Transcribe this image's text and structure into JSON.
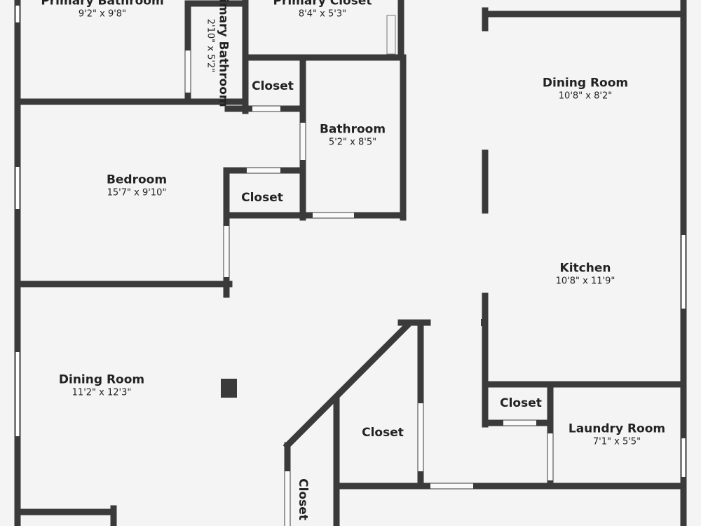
{
  "colors": {
    "wall": "#3a3a3a",
    "floor": "#f4f4f4"
  },
  "rooms": [
    {
      "name": "Primary Bathroom",
      "dims": "9'2\" x 9'8\""
    },
    {
      "name": "Primary Bathroom",
      "dims": "2'10\" x 5'2\""
    },
    {
      "name": "Primary Closet",
      "dims": "8'4\" x 5'3\""
    },
    {
      "name": "Closet"
    },
    {
      "name": "Bathroom",
      "dims": "5'2\" x 8'5\""
    },
    {
      "name": "Bedroom",
      "dims": "15'7\" x 9'10\""
    },
    {
      "name": "Closet"
    },
    {
      "name": "Dining Room",
      "dims": "10'8\" x 8'2\""
    },
    {
      "name": "Kitchen",
      "dims": "10'8\" x 11'9\""
    },
    {
      "name": "Dining Room",
      "dims": "11'2\" x 12'3\""
    },
    {
      "name": "Closet"
    },
    {
      "name": "Closet"
    },
    {
      "name": "Laundry Room",
      "dims": "7'1\" x 5'5\""
    },
    {
      "name": "Closet"
    }
  ]
}
